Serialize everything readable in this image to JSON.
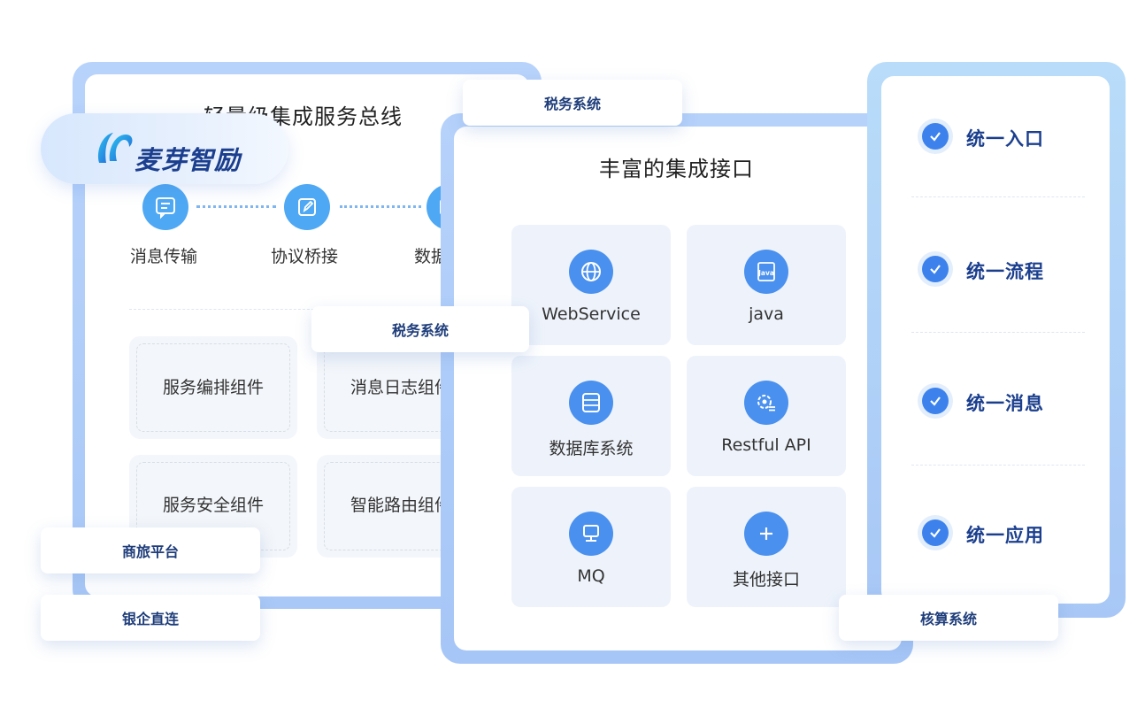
{
  "left_panel": {
    "title": "轻量级集成服务总线",
    "brand": {
      "name": "麦芽智励",
      "logo_icon": "maiya-logo-icon"
    },
    "steps": [
      {
        "label": "消息传输",
        "icon": "message-icon"
      },
      {
        "label": "协议桥接",
        "icon": "edit-icon"
      },
      {
        "label": "数据转换",
        "icon": "image-icon"
      }
    ],
    "components": [
      "服务编排组件",
      "消息日志组件",
      "服务安全组件",
      "智能路由组件"
    ]
  },
  "tags": {
    "top_center": "税务系统",
    "mid_left": "税务系统",
    "bottom_left_1": "商旅平台",
    "bottom_left_2": "银企直连",
    "bottom_right": "核算系统"
  },
  "center_panel": {
    "title": "丰富的集成接口",
    "items": [
      {
        "label": "WebService",
        "icon": "globe-icon"
      },
      {
        "label": "java",
        "icon": "java-icon"
      },
      {
        "label": "数据库系统",
        "icon": "database-icon"
      },
      {
        "label": "Restful API",
        "icon": "api-gear-icon"
      },
      {
        "label": "MQ",
        "icon": "monitor-icon"
      },
      {
        "label": "其他接口",
        "icon": "plus-icon"
      }
    ]
  },
  "right_panel": {
    "items": [
      "统一入口",
      "统一流程",
      "统一消息",
      "统一应用"
    ]
  },
  "colors": {
    "accent_blue": "#4a90ee",
    "step_blue": "#4ea8f3",
    "dark_blue_text": "#1b3f8e",
    "frame_blue": "#b8d3fb"
  }
}
